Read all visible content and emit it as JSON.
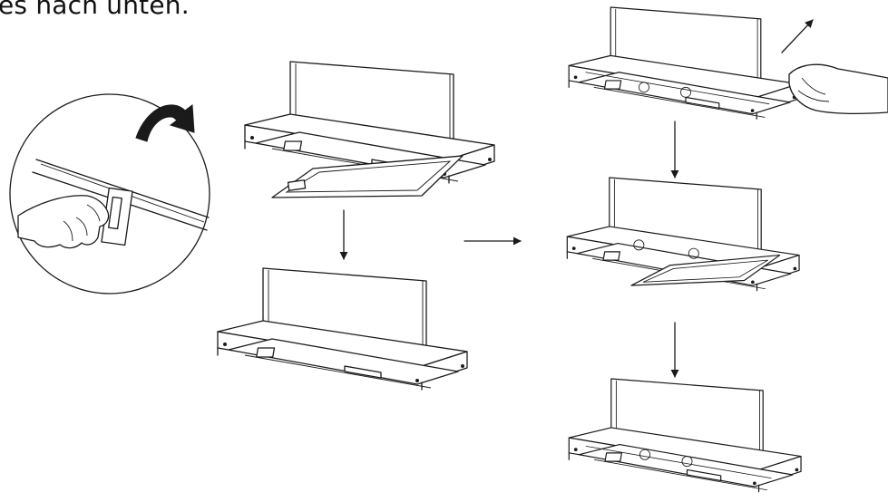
{
  "instruction": {
    "text": "es nach unten."
  },
  "colors": {
    "line": "#1a1a1a",
    "background": "#ffffff"
  },
  "figures": [
    {
      "name": "detail-circle-hand-lever",
      "icon": "hand-pressing-lever"
    },
    {
      "name": "hood-step-1",
      "state": "filter-panel-swung-open"
    },
    {
      "name": "hood-step-2",
      "state": "panel-closed"
    },
    {
      "name": "hood-step-3",
      "state": "front-pulled-out-by-hand"
    },
    {
      "name": "hood-step-4",
      "state": "filter-panel-lowered"
    },
    {
      "name": "hood-step-5",
      "state": "fully-extended"
    }
  ]
}
